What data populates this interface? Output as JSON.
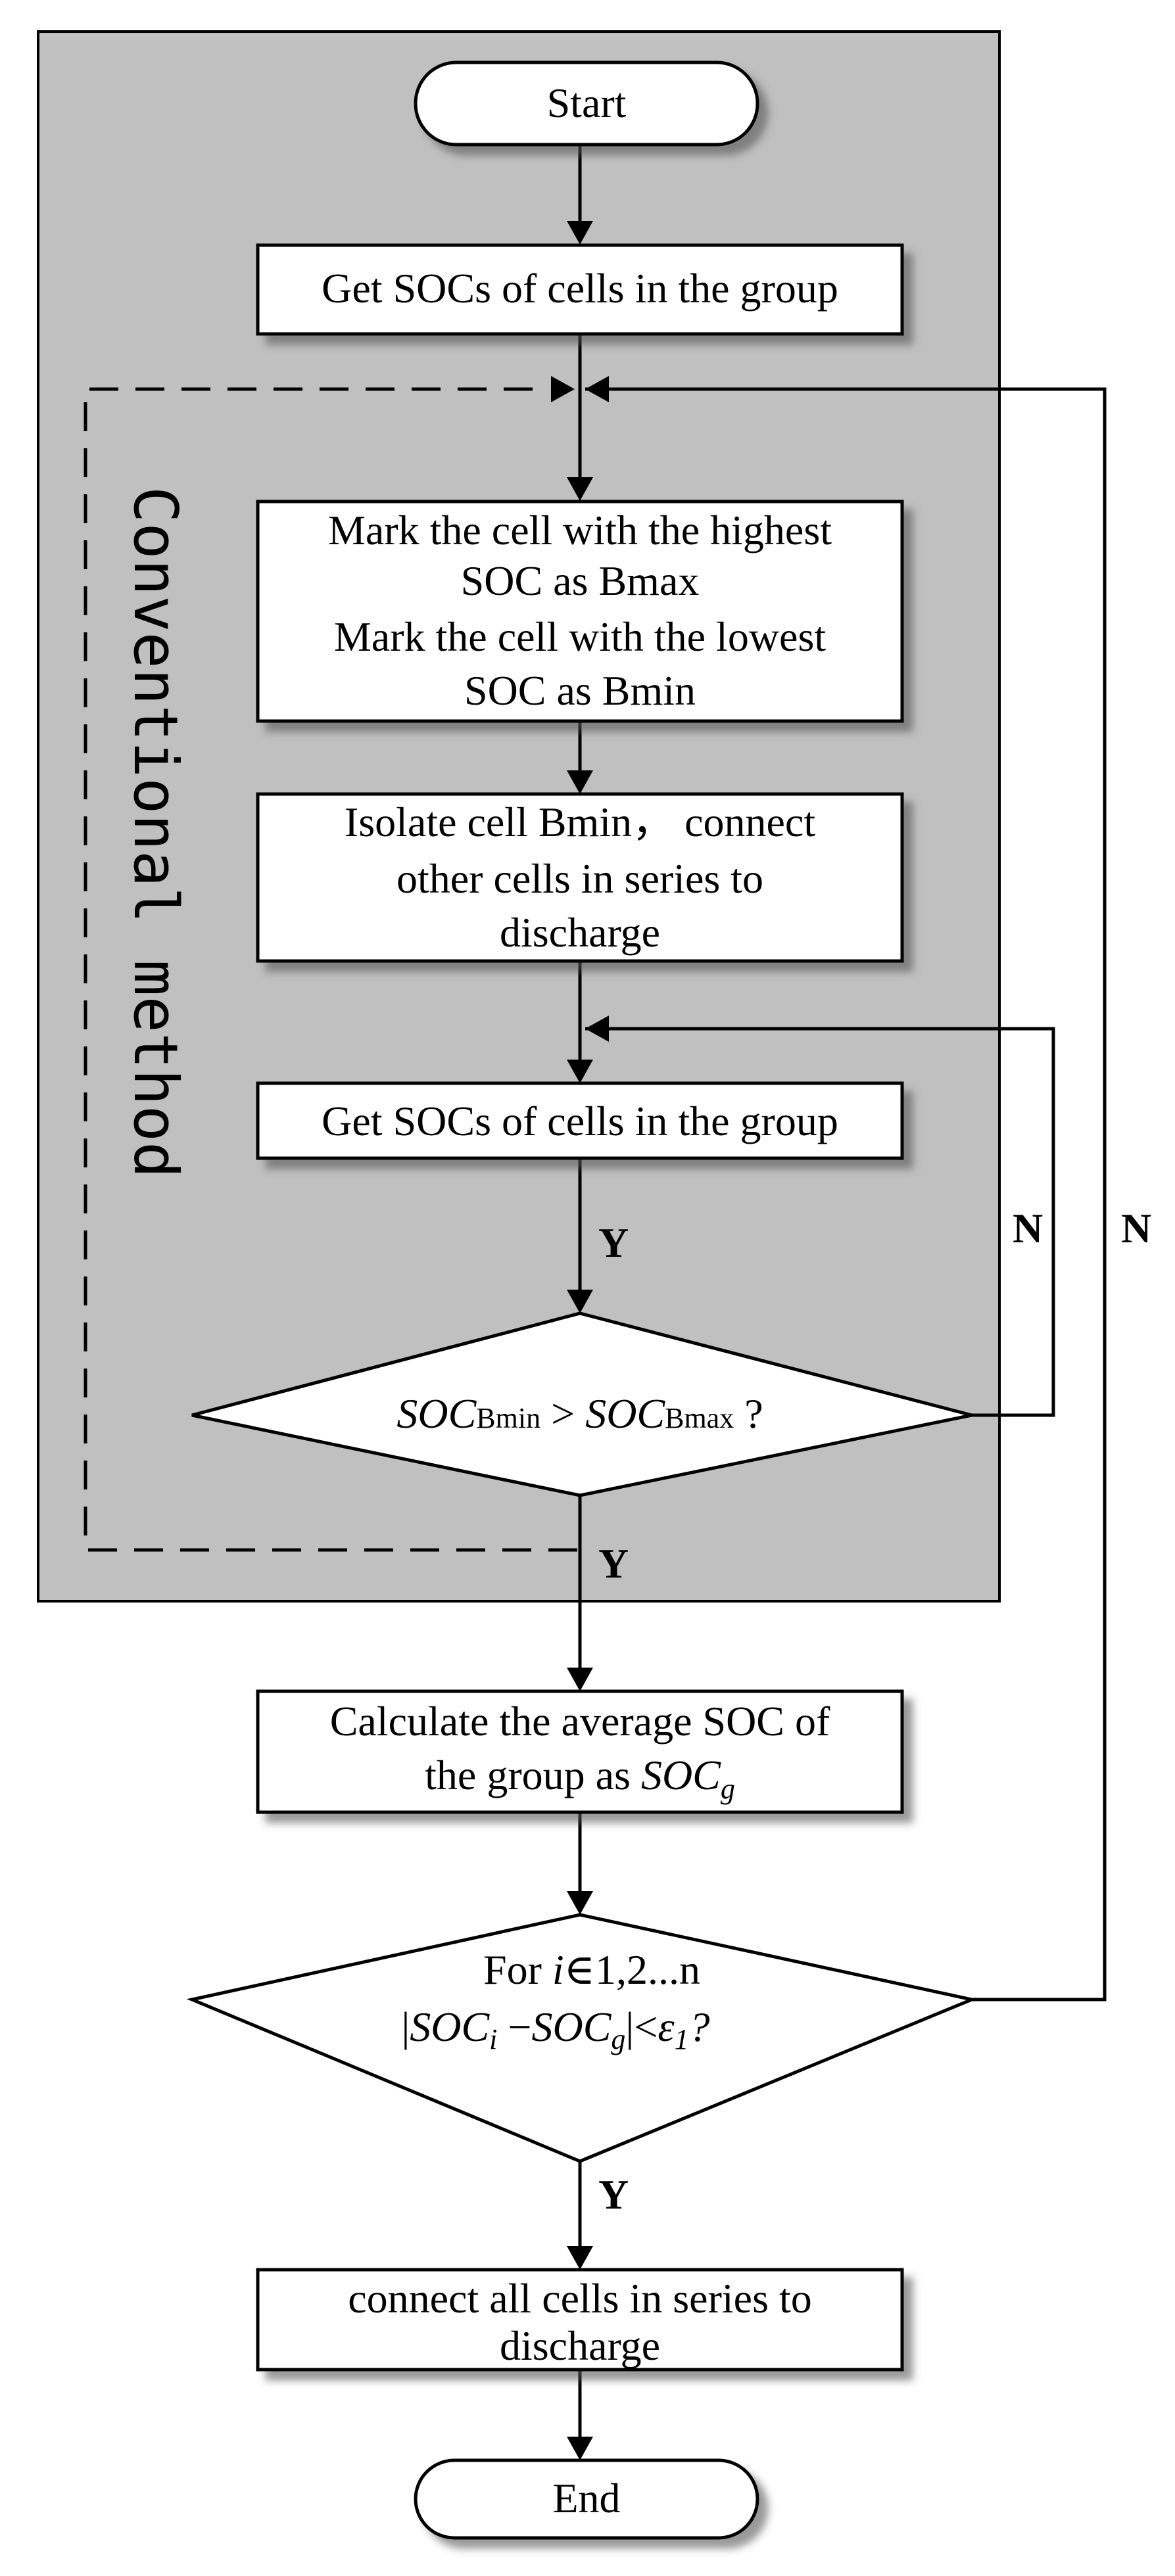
{
  "side_label": "Conventional method",
  "nodes": {
    "start": "Start",
    "get_socs_1": "Get SOCs of cells in the group",
    "mark_1": "Mark the cell with the highest",
    "mark_2": "SOC as Bmax",
    "mark_3": "Mark the cell with the lowest",
    "mark_4": "SOC as Bmin",
    "isolate_1": "Isolate cell Bmin， connect",
    "isolate_2": "other cells  in series to",
    "isolate_3": "discharge",
    "get_socs_2": "Get SOCs of cells in the group",
    "decision1_soc_a": "SOC",
    "decision1_sub_a": "Bmin",
    "decision1_gt": " > ",
    "decision1_soc_b": "SOC",
    "decision1_sub_b": "Bmax",
    "decision1_q": " ?",
    "calc_1": "Calculate the average SOC of",
    "calc_2a": "the group as ",
    "calc_2b": "SOC",
    "calc_2c": "g",
    "decision2_line1a": "For ",
    "decision2_line1b": "i",
    "decision2_line1c": "∈1,2...n",
    "decision2_line2a": "|",
    "decision2_line2b": "SOC",
    "decision2_line2c": "i",
    "decision2_line2d": " −",
    "decision2_line2e": "SOC",
    "decision2_line2f": "g",
    "decision2_line2g": "|<",
    "decision2_line2h": "ε",
    "decision2_line2i": "1",
    "decision2_line2j": "?",
    "connect_1": "connect all cells  in series to",
    "connect_2": "discharge",
    "end": "End"
  },
  "branch_labels": {
    "yes_inner_top": "Y",
    "no_inner": "N",
    "yes_inner_bottom": "Y",
    "no_outer": "N",
    "yes_final": "Y"
  },
  "colors": {
    "conventional_region": "#c0c0c0",
    "box_fill": "#ffffff",
    "stroke": "#000000"
  }
}
